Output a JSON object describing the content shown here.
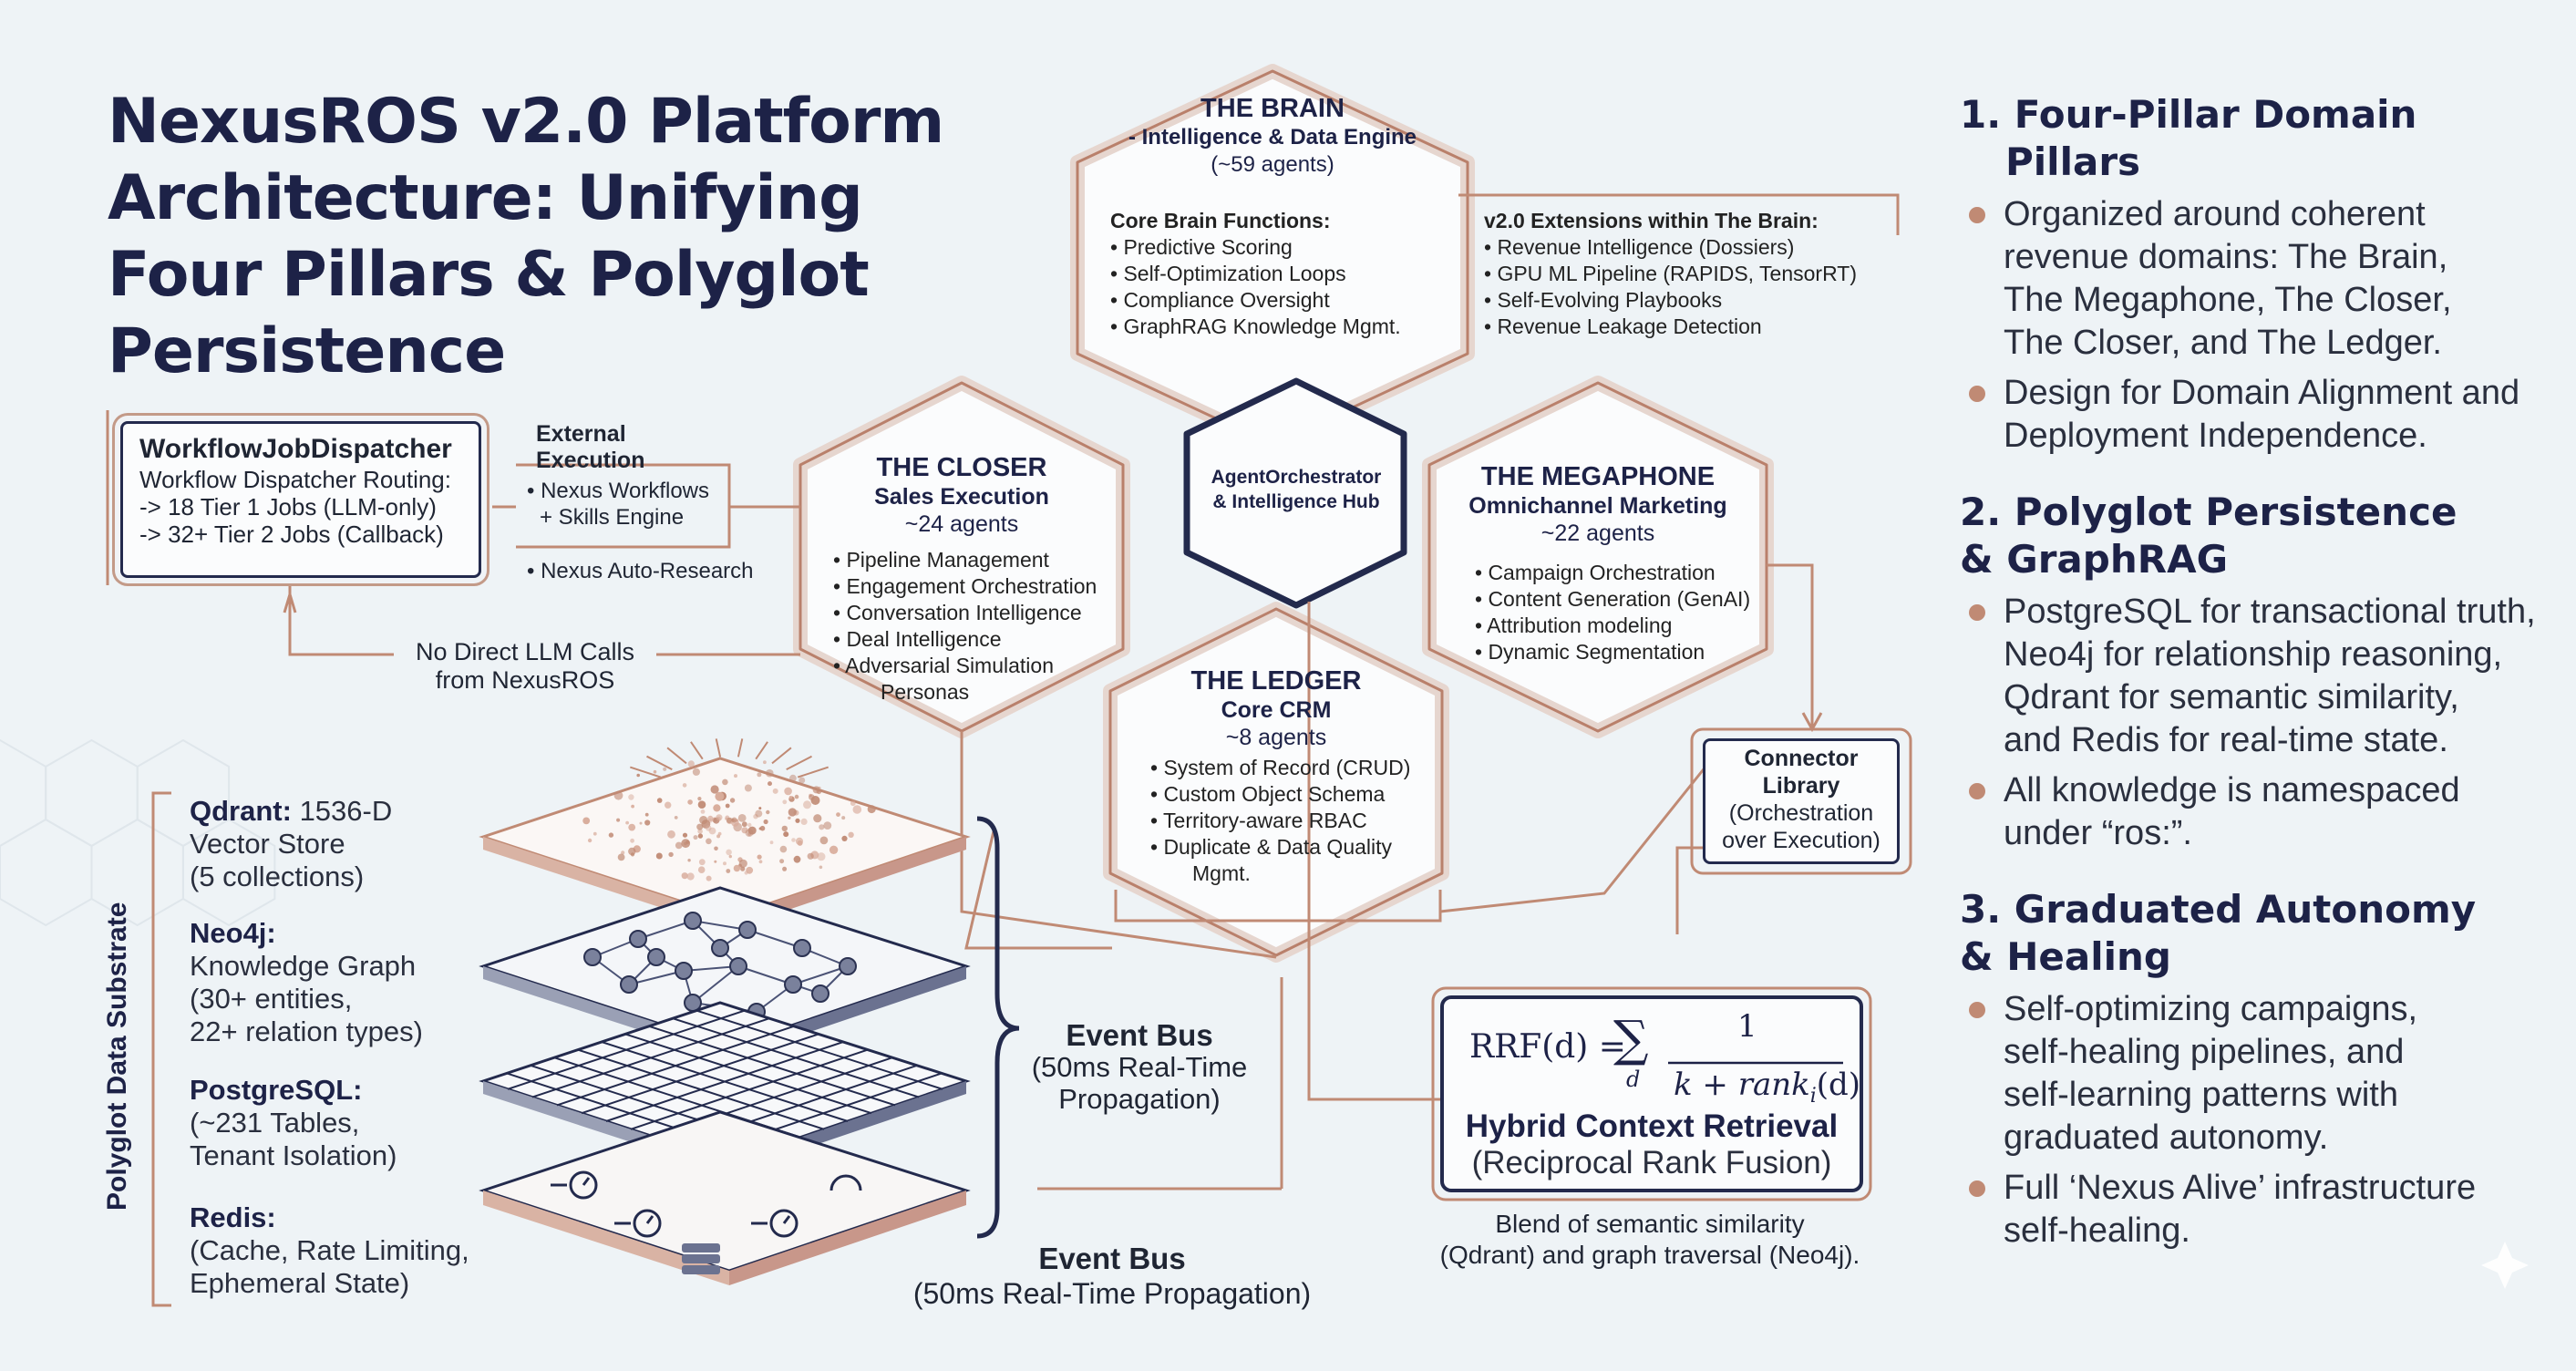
{
  "title": "NexusROS v2.0 Platform Architecture: Unifying Four Pillars & Polyglot Persistence",
  "brain": {
    "title": "THE BRAIN",
    "subtitle": "- Intelligence & Data Engine",
    "count": "(~59 agents)",
    "core_heading": "Core Brain Functions:",
    "core_items": [
      "• Predictive Scoring",
      "• Self-Optimization Loops",
      "• Compliance Oversight",
      "• GraphRAG Knowledge Mgmt."
    ],
    "ext_heading": "v2.0 Extensions within The Brain:",
    "ext_items": [
      "• Revenue Intelligence (Dossiers)",
      "• GPU ML Pipeline (RAPIDS, TensorRT)",
      "• Self-Evolving Playbooks",
      "• Revenue Leakage Detection"
    ]
  },
  "hub": {
    "line1": "AgentOrchestrator",
    "line2": "& Intelligence Hub"
  },
  "closer": {
    "title": "THE CLOSER",
    "subtitle": "Sales Execution",
    "count": "~24 agents",
    "items": [
      "• Pipeline Management",
      "• Engagement Orchestration",
      "• Conversation Intelligence",
      "• Deal Intelligence",
      "• Adversarial Simulation",
      "Personas"
    ]
  },
  "megaphone": {
    "title": "THE MEGAPHONE",
    "subtitle": "Omnichannel Marketing",
    "count": "~22 agents",
    "items": [
      "• Campaign Orchestration",
      "• Content Generation (GenAI)",
      "• Attribution modeling",
      "• Dynamic Segmentation"
    ]
  },
  "ledger": {
    "title": "THE LEDGER",
    "subtitle": "Core CRM",
    "count": "~8 agents",
    "items": [
      "• System of Record (CRUD)",
      "• Custom Object Schema",
      "• Territory-aware RBAC",
      "• Duplicate & Data Quality",
      "Mgmt."
    ]
  },
  "dispatcher": {
    "title": "WorkflowJobDispatcher",
    "lines": [
      "Workflow Dispatcher Routing:",
      "-> 18 Tier 1 Jobs (LLM-only)",
      "-> 32+ Tier 2 Jobs (Callback)"
    ]
  },
  "external": {
    "heading1": "External",
    "heading2": "Execution",
    "items": [
      "• Nexus Workflows",
      "+ Skills Engine"
    ],
    "research": "• Nexus Auto-Research"
  },
  "no_llm": {
    "line1": "No Direct LLM Calls",
    "line2": "from NexusROS"
  },
  "connector": {
    "line1": "Connector",
    "line2": "Library",
    "line3": "(Orchestration",
    "line4": "over Execution)"
  },
  "substrate": {
    "label": "Polyglot Data Substrate",
    "qdrant": {
      "name": "Qdrant:",
      "first": "1536-D",
      "lines": [
        "Vector Store",
        "(5 collections)"
      ]
    },
    "neo4j": {
      "name": "Neo4j:",
      "lines": [
        "Knowledge Graph",
        "(30+ entities,",
        "22+ relation types)"
      ]
    },
    "postgres": {
      "name": "PostgreSQL:",
      "lines": [
        "(~231 Tables,",
        "Tenant Isolation)"
      ]
    },
    "redis": {
      "name": "Redis:",
      "lines": [
        "(Cache, Rate Limiting,",
        "Ephemeral State)"
      ]
    }
  },
  "event_bus_1": {
    "title": "Event Bus",
    "line1": "(50ms Real-Time",
    "line2": "Propagation)"
  },
  "event_bus_2": {
    "title": "Event Bus",
    "line1": "(50ms Real-Time Propagation)"
  },
  "retrieval": {
    "formula_lhs": "RRF(d) = ",
    "sum": "∑",
    "sum_sub": "d",
    "numerator": "1",
    "denominator": "k + rank",
    "denominator_sub": "i",
    "denominator_end": "(d)",
    "title": "Hybrid Context Retrieval",
    "subtitle": "(Reciprocal Rank Fusion)",
    "caption1": "Blend of semantic similarity",
    "caption2": "(Qdrant) and graph traversal (Neo4j)."
  },
  "right_panel": {
    "s1_title_1": "1. Four-Pillar Domain",
    "s1_title_2": "Pillars",
    "s1_b1": [
      "Organized around coherent",
      "revenue domains: The Brain,",
      "The Megaphone, The Closer,",
      "The Closer, and The Ledger."
    ],
    "s1_b2": [
      "Design for Domain Alignment and",
      "Deployment Independence."
    ],
    "s2_title_1": "2. Polyglot Persistence",
    "s2_title_2": "& GraphRAG",
    "s2_b1": [
      "PostgreSQL for transactional truth,",
      "Neo4j for relationship reasoning,",
      "Qdrant for semantic similarity,",
      "and Redis for real-time state."
    ],
    "s2_b2": [
      "All knowledge is namespaced",
      "under “ros:”."
    ],
    "s3_title_1": "3. Graduated Autonomy",
    "s3_title_2": "& Healing",
    "s3_b1": [
      "Self-optimizing campaigns,",
      "self-healing pipelines, and",
      "self-learning patterns with",
      "graduated autonomy."
    ],
    "s3_b2": [
      "Full ‘Nexus Alive’ infrastructure",
      "self-healing."
    ]
  },
  "colors": {
    "navy": "#1d2247",
    "accent": "#c08a74",
    "background": "#eef3f6"
  }
}
